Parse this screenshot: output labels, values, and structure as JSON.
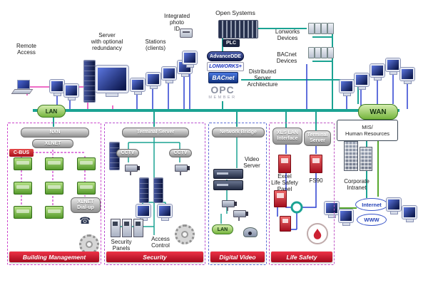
{
  "labels": {
    "remote_access": "Remote\nAccess",
    "server": "Server\nwith optional\nredundancy",
    "stations": "Stations\n(clients)",
    "integrated_photo_id": "Integrated\nphoto\nID",
    "open_systems": "Open Systems",
    "plc": "PLC",
    "advance_dde": "AdvanceDDE",
    "lonworks_badge": "LONWORKS+",
    "bacnet_badge": "BACnet",
    "opc": "OPC",
    "opc_member": "MEMBER",
    "lonworks_devices": "Lonworks\nDevices",
    "bacnet_devices": "BACnet\nDevices",
    "distributed_server": "Distributed\nServer\nArchitecture",
    "lan": "LAN",
    "wan": "WAN",
    "mis": "MIS/\nHuman Resources",
    "corporate_intranet": "Corporate\nIntranet",
    "internet": "Internet",
    "www": "WWW"
  },
  "icons": {
    "phone": "☎"
  },
  "sections": {
    "building_management": {
      "header": "NXN",
      "xlnet": "XLNET",
      "cbus": "C-BUS",
      "dialup": "XLNET\nDial-up",
      "footer": "Building Management"
    },
    "security": {
      "header": "Terminal Server",
      "cctv_left": "CCTV",
      "cctv_right": "CCTV",
      "panels": "Security\nPanels",
      "access": "Access\nControl",
      "footer": "Security"
    },
    "digital_video": {
      "header": "Network Bridge",
      "video_server": "Video\nServer",
      "lan": "LAN",
      "footer": "Digital Video"
    },
    "life_safety": {
      "xls": "XLS LAN\nInterface",
      "terminal": "Terminal\nServer",
      "excel": "Excel\nLife Safety\nPanel",
      "fs90": "FS90",
      "footer": "Life Safety"
    }
  },
  "colors": {
    "backbone_teal": "#1ba393",
    "blue_line": "#2a3fd0",
    "pink_line": "#e83bb4",
    "green_line": "#57a82e",
    "magenta_dash": "#cc33cc",
    "accent_red": "#b00d20",
    "pill_green": "#76b53e"
  }
}
